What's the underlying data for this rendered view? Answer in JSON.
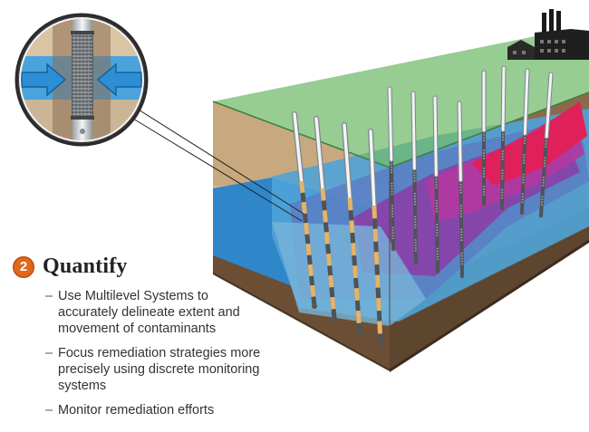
{
  "step": {
    "number": "2",
    "title": "Quantify"
  },
  "bullets": [
    "Use Multilevel Systems to accurately delineate extent and movement of contaminants",
    "Focus remediation strategies more precisely using discrete monitoring systems",
    "Monitor remediation efforts"
  ],
  "colors": {
    "accent": "#e0681e",
    "groundwater": "#2f86c9",
    "ground_surface": "#7fbf78",
    "soil": "#8a6a4a",
    "plume_red": "#e0205a",
    "plume_purple": "#8a3fa8"
  },
  "icons": [
    "factory-icon",
    "inflow-arrow-icon",
    "well-screen-icon"
  ]
}
